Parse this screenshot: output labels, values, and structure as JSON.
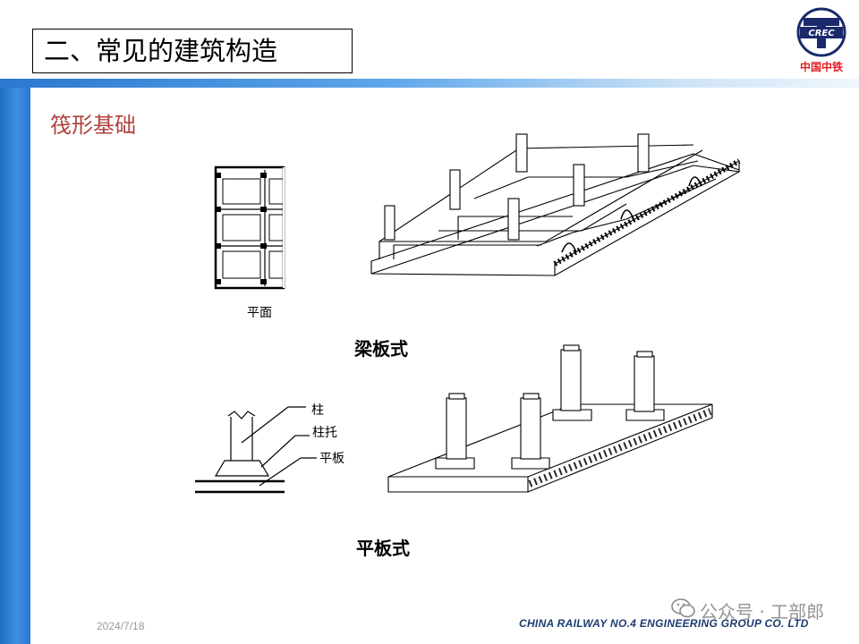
{
  "header": {
    "title": "二、常见的建筑构造",
    "logo_text": "中国中铁",
    "logo_emblem": "CREC"
  },
  "main": {
    "section_title": "筏形基础",
    "plan_label": "平面",
    "caption_beam_slab": "梁板式",
    "caption_flat_slab": "平板式",
    "callouts": [
      "柱",
      "柱托",
      "平板"
    ]
  },
  "footer": {
    "date": "2024/7/18",
    "company": "CHINA RAILWAY NO.4 ENGINEERING GROUP CO. LTD",
    "watermark": "公众号 · 工部郎"
  },
  "colors": {
    "accent_blue": "#2a78cf",
    "section_red": "#b0413e",
    "logo_red": "#e31c23",
    "footer_navy": "#1c3c70"
  }
}
